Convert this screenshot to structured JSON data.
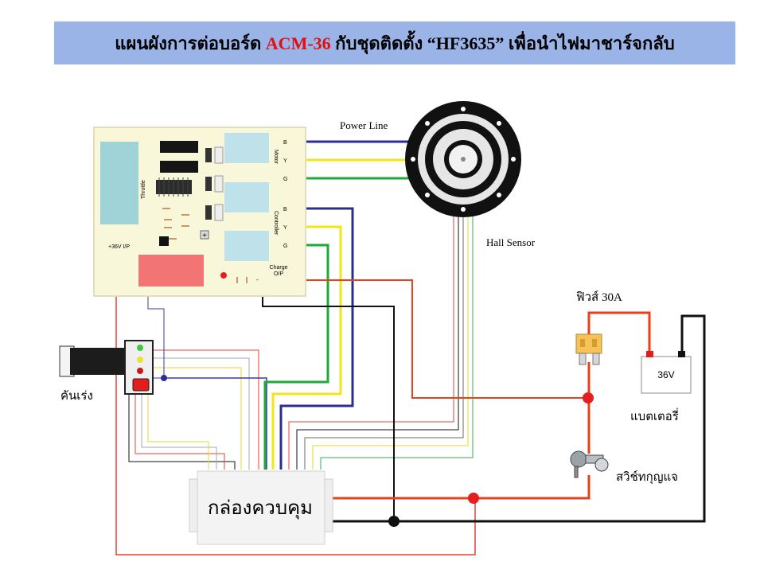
{
  "title": {
    "part1": "แผนผังการต่อบอร์ด ",
    "highlight": "ACM-36",
    "part2": " กับชุดติดตั้ง “HF3635” เพื่อนำไฟมาชาร์จกลับ"
  },
  "board": {
    "throttle_label": "Throttle",
    "power_in_label": "+36V  I/P",
    "motor_label": "Motor",
    "controller_label": "Controller",
    "charge_label_1": "Charge",
    "charge_label_2": "O/P",
    "minus_sign": "-",
    "plus_sign": "+",
    "motor_pins": [
      "B",
      "Y",
      "G"
    ],
    "controller_pins": [
      "B",
      "Y",
      "G"
    ]
  },
  "labels": {
    "power_line": "Power Line",
    "hall_sensor": "Hall Sensor",
    "fuse": "ฟิวส์ 30A",
    "battery_voltage": "36V",
    "battery": "แบตเตอรี่",
    "key_switch": "สวิช์ทกุญแจ",
    "throttle_grip": "คันเร่ง",
    "controller_box": "กล่องควบคุม"
  },
  "colors": {
    "banner": "#9ab4e8",
    "title_highlight": "#e01010",
    "board": "#f9f7da",
    "wire_red": "#e8401a",
    "wire_black": "#111111",
    "wire_blue": "#2a2f8f",
    "wire_yellow": "#f2e617",
    "wire_green": "#1faa3a"
  }
}
